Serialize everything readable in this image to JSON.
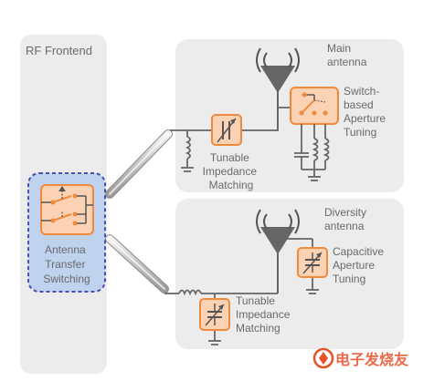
{
  "colors": {
    "panel": "#ececec",
    "orange": "#f08a3c",
    "orange_fill": "#fbd3b4",
    "dash_border": "#4a4fb0",
    "blue_fill": "#bfd2ee",
    "text": "#6a6a6a",
    "line": "#666666",
    "cable": "#c8c8c8",
    "watermark": "#e8502a"
  },
  "diagram": {
    "left_panel_title": "RF Frontend",
    "ats_label": [
      "Antenna",
      "Transfer",
      "Switching"
    ],
    "main": {
      "antenna_label": [
        "Main",
        "antenna"
      ],
      "aperture_label": [
        "Switch-",
        "based",
        "Aperture",
        "Tuning"
      ],
      "matching_label": [
        "Tunable",
        "Impedance",
        "Matching"
      ]
    },
    "diversity": {
      "antenna_label": [
        "Diversity",
        "antenna"
      ],
      "aperture_label": [
        "Capacitive",
        "Aperture",
        "Tuning"
      ],
      "matching_label": [
        "Tunable",
        "Impedance",
        "Matching"
      ]
    },
    "watermark": "电子发烧友"
  }
}
